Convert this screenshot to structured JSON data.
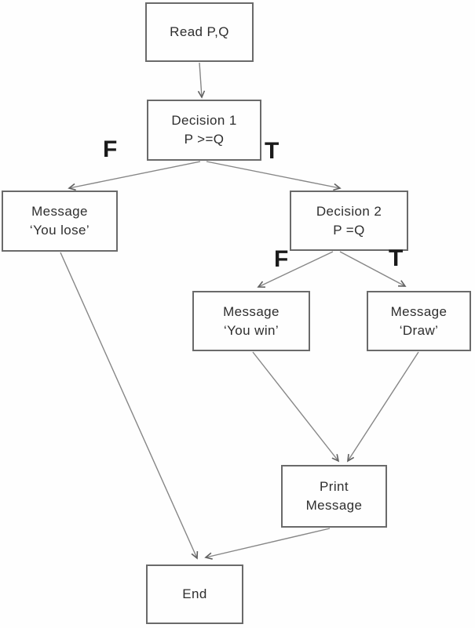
{
  "diagram": {
    "type": "flowchart",
    "background_color": "#ffffff",
    "line_color": "#868686",
    "border_color": "#6a6a6a",
    "text_color": "#2e2e2e",
    "nodes": {
      "read": {
        "line1": "Read P,Q"
      },
      "decision1": {
        "line1": "Decision 1",
        "line2": "P >=Q"
      },
      "message_lose": {
        "line1": "Message",
        "line2": "‘You lose’"
      },
      "decision2": {
        "line1": "Decision 2",
        "line2": "P =Q"
      },
      "message_win": {
        "line1": "Message",
        "line2": "‘You win’"
      },
      "message_draw": {
        "line1": "Message",
        "line2": "‘Draw’"
      },
      "print_message": {
        "line1": "Print",
        "line2": "Message"
      },
      "end": {
        "line1": "End"
      }
    },
    "edge_labels": {
      "decision1_false": "F",
      "decision1_true": "T",
      "decision2_false": "F",
      "decision2_true": "T"
    },
    "edges": [
      "Read P,Q -> Decision 1",
      "Decision 1 -F-> Message 'You lose'",
      "Decision 1 -T-> Decision 2",
      "Decision 2 -F-> Message 'You win'",
      "Decision 2 -T-> Message 'Draw'",
      "Message 'You win' -> Print Message",
      "Message 'Draw' -> Print Message",
      "Message 'You lose' -> End",
      "Print Message -> End"
    ]
  }
}
